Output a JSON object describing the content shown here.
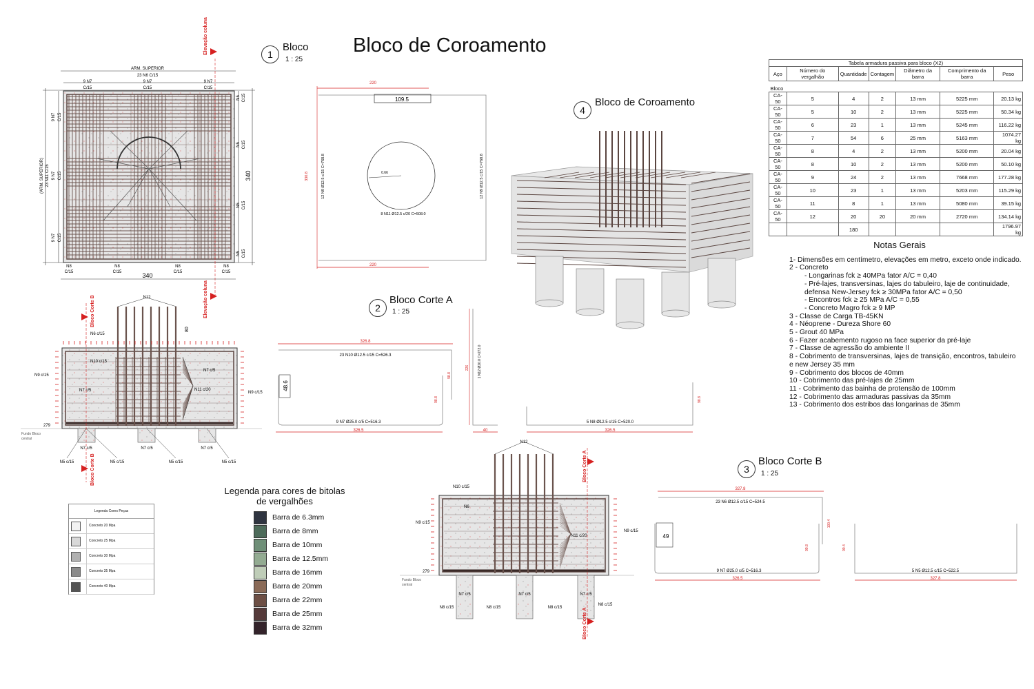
{
  "title": "Bloco de Coroamento",
  "views": [
    {
      "num": "1",
      "name": "Bloco",
      "scale": "1 : 25"
    },
    {
      "num": "2",
      "name": "Bloco  Corte A",
      "scale": "1 : 25"
    },
    {
      "num": "3",
      "name": "Bloco Corte B",
      "scale": "1 : 25"
    },
    {
      "num": "4",
      "name": "Bloco de Coroamento",
      "scale": ""
    }
  ],
  "plan_labels": {
    "arm_superior": "ARM. SUPERIOR",
    "arm_superior_v": "(ARM. SUPERIOR)",
    "n6_top": "23 N6 C/15",
    "n11_side": "23 N11 C/15",
    "n7_label": "9 N7",
    "c15": "C/15",
    "n5": "N5",
    "n8": "N8",
    "dim_340": "340",
    "elev_coluna": "Elevação coluna"
  },
  "bar_n11": {
    "dim_220": "220",
    "dim_109": "109.5",
    "dim_330": "330.8",
    "side_left": "12 N9 Ø12.5 c/15 C=768.8",
    "side_right": "12 N9 Ø12.5 c/15 C=768.8",
    "radius": "0.66",
    "circle_label": "8 N11 Ø12.5 c/20 C=508.0"
  },
  "section_a_labels": {
    "n12": "N12",
    "n6": "N6 c/15",
    "n10": "N10 c/15",
    "n9": "N9 c/15",
    "n7c5": "N7 c/5",
    "n7": "N7 c/5",
    "n11": "N11 c/20",
    "n5": "N5 c/15",
    "bloco_corte_b": "Bloco Corte B",
    "elev_279": "279",
    "fundo": "Fundo Bloco",
    "central": "central",
    "dim_80": "80"
  },
  "bars_a": {
    "n10_dim": "326.8",
    "n10_label": "23 N10 Ø12.5 c/15 C=526.3",
    "n10_side": "98.8",
    "n7_h": "48.6",
    "n7_side": "98.8",
    "n7_label": "9 N7 Ø25.0 c/5 C=516.3",
    "n7_dim": "326.5",
    "n12_label": "1 N12 Ø20.0 C=272.0",
    "n12_h": "226",
    "n12_foot": "40",
    "n8_label": "5 N8 Ø12.5 c/15 C=520.0",
    "n8_dim": "326.5",
    "n8_side": "98.8"
  },
  "section_b_labels": {
    "n12": "N12",
    "n10": "N10 c/15",
    "n6": "N6",
    "n9": "N9 c/15",
    "n11": "N11 c/20",
    "n7": "N7 c/5",
    "n8": "N8 c/15",
    "bloco_corte_a": "Bloco  Corte A",
    "elev_279": "279",
    "fundo": "Fundo Bloco",
    "central": "central"
  },
  "bars_b": {
    "n6_dim": "327.8",
    "n6_label": "23 N6 Ø12.5 c/15 C=524.5",
    "n6_side": "100.4",
    "n7_h": "49",
    "n7_side": "99.8",
    "n7_label": "9 N7 Ø25.0 c/5 C=516.3",
    "n7_dim": "326.5",
    "n5_label": "5 N5 Ø12.5 c/15 C=522.5",
    "n5_side": "99.4",
    "n5_dim": "327.8"
  },
  "table": {
    "title": "Tabela armadura passiva para bloco (X2)",
    "headers": [
      "Aço",
      "Número do vergalhão",
      "Quantidade",
      "Contagem",
      "Diâmetro da barra",
      "Comprimento da barra",
      "Peso"
    ],
    "group": "Bloco",
    "rows": [
      [
        "CA-50",
        "5",
        "4",
        "2",
        "13 mm",
        "5225 mm",
        "20.13 kg"
      ],
      [
        "CA-50",
        "5",
        "10",
        "2",
        "13 mm",
        "5225 mm",
        "50.34 kg"
      ],
      [
        "CA-50",
        "6",
        "23",
        "1",
        "13 mm",
        "5245 mm",
        "116.22 kg"
      ],
      [
        "CA-50",
        "7",
        "54",
        "6",
        "25 mm",
        "5163 mm",
        "1074.27 kg"
      ],
      [
        "CA-50",
        "8",
        "4",
        "2",
        "13 mm",
        "5200 mm",
        "20.04 kg"
      ],
      [
        "CA-50",
        "8",
        "10",
        "2",
        "13 mm",
        "5200 mm",
        "50.10 kg"
      ],
      [
        "CA-50",
        "9",
        "24",
        "2",
        "13 mm",
        "7668 mm",
        "177.28 kg"
      ],
      [
        "CA-50",
        "10",
        "23",
        "1",
        "13 mm",
        "5203 mm",
        "115.29 kg"
      ],
      [
        "CA-50",
        "11",
        "8",
        "1",
        "13 mm",
        "5080 mm",
        "39.15 kg"
      ],
      [
        "CA-50",
        "12",
        "20",
        "20",
        "20 mm",
        "2720 mm",
        "134.14 kg"
      ]
    ],
    "total_qty": "180",
    "total_weight": "1796.97 kg"
  },
  "notes": {
    "title": "Notas Gerais",
    "lines": [
      {
        "t": "1- Dimensões em centímetro, elevações em metro, exceto onde indicado.",
        "sub": false
      },
      {
        "t": "2 - Concreto",
        "sub": false
      },
      {
        "t": "- Longarinas fck ≥ 40MPa fator A/C = 0,40",
        "sub": true
      },
      {
        "t": "- Pré-lajes, transversinas, lajes do tabuleiro, laje de continuidade,",
        "sub": true
      },
      {
        "t": "defensa New-Jersey fck ≥ 30MPa fator A/C = 0,50",
        "sub": true
      },
      {
        "t": "- Encontros fck ≥ 25 MPa A/C = 0,55",
        "sub": true
      },
      {
        "t": "- Concreto Magro fck ≥ 9 MP",
        "sub": true
      },
      {
        "t": "3 - Classe de Carga TB-45KN",
        "sub": false
      },
      {
        "t": "4 - Néoprene - Dureza Shore 60",
        "sub": false
      },
      {
        "t": "5 - Grout 40 MPa",
        "sub": false
      },
      {
        "t": "6 - Fazer acabemento rugoso na face superior da pré-laje",
        "sub": false
      },
      {
        "t": "7 - Classe de agressão do ambiente II",
        "sub": false
      },
      {
        "t": "8 - Cobrimento de transversinas, lajes de transição, encontros, tabuleiro",
        "sub": false
      },
      {
        "t": "    e new Jersey 35 mm",
        "sub": false
      },
      {
        "t": "9 - Cobrimento dos blocos de 40mm",
        "sub": false
      },
      {
        "t": "10 - Cobrimento das pré-lajes de 25mm",
        "sub": false
      },
      {
        "t": "11 - Cobrimento das bainha de protensão de 100mm",
        "sub": false
      },
      {
        "t": "12 - Cobrimento das armaduras passivas da 35mm",
        "sub": false
      },
      {
        "t": "13 - Cobrimento dos estribos das longarinas de 35mm",
        "sub": false
      }
    ]
  },
  "bar_legend": {
    "title_1": "Legenda para cores de bitolas",
    "title_2": "de vergalhões",
    "items": [
      {
        "label": "Barra de 6.3mm",
        "color": "#2f3440"
      },
      {
        "label": "Barra de 8mm",
        "color": "#4d6b5a"
      },
      {
        "label": "Barra de 10mm",
        "color": "#6f8f78"
      },
      {
        "label": "Barra de 12.5mm",
        "color": "#93ab92"
      },
      {
        "label": "Barra de 16mm",
        "color": "#bfcdb8"
      },
      {
        "label": "Barra de 20mm",
        "color": "#8a6a57"
      },
      {
        "label": "Barra de 22mm",
        "color": "#6d4f45"
      },
      {
        "label": "Barra de 25mm",
        "color": "#553a3a"
      },
      {
        "label": "Barra de 32mm",
        "color": "#33232a"
      }
    ]
  },
  "concrete_legend": {
    "title": "Legenda Cores Peças",
    "items": [
      {
        "label": "Concreto 20 Mpa",
        "color": "#f2f2f2"
      },
      {
        "label": "Concreto 25 Mpa",
        "color": "#d8d8d8"
      },
      {
        "label": "Concreto 30 Mpa",
        "color": "#b0b0b0"
      },
      {
        "label": "Concreto 35 Mpa",
        "color": "#8a8a8a"
      },
      {
        "label": "Concreto 40 Mpa",
        "color": "#555555"
      }
    ]
  },
  "colors": {
    "rebar": "#5a4540",
    "dim": "#d62020",
    "concrete": "#e4e4e4"
  }
}
